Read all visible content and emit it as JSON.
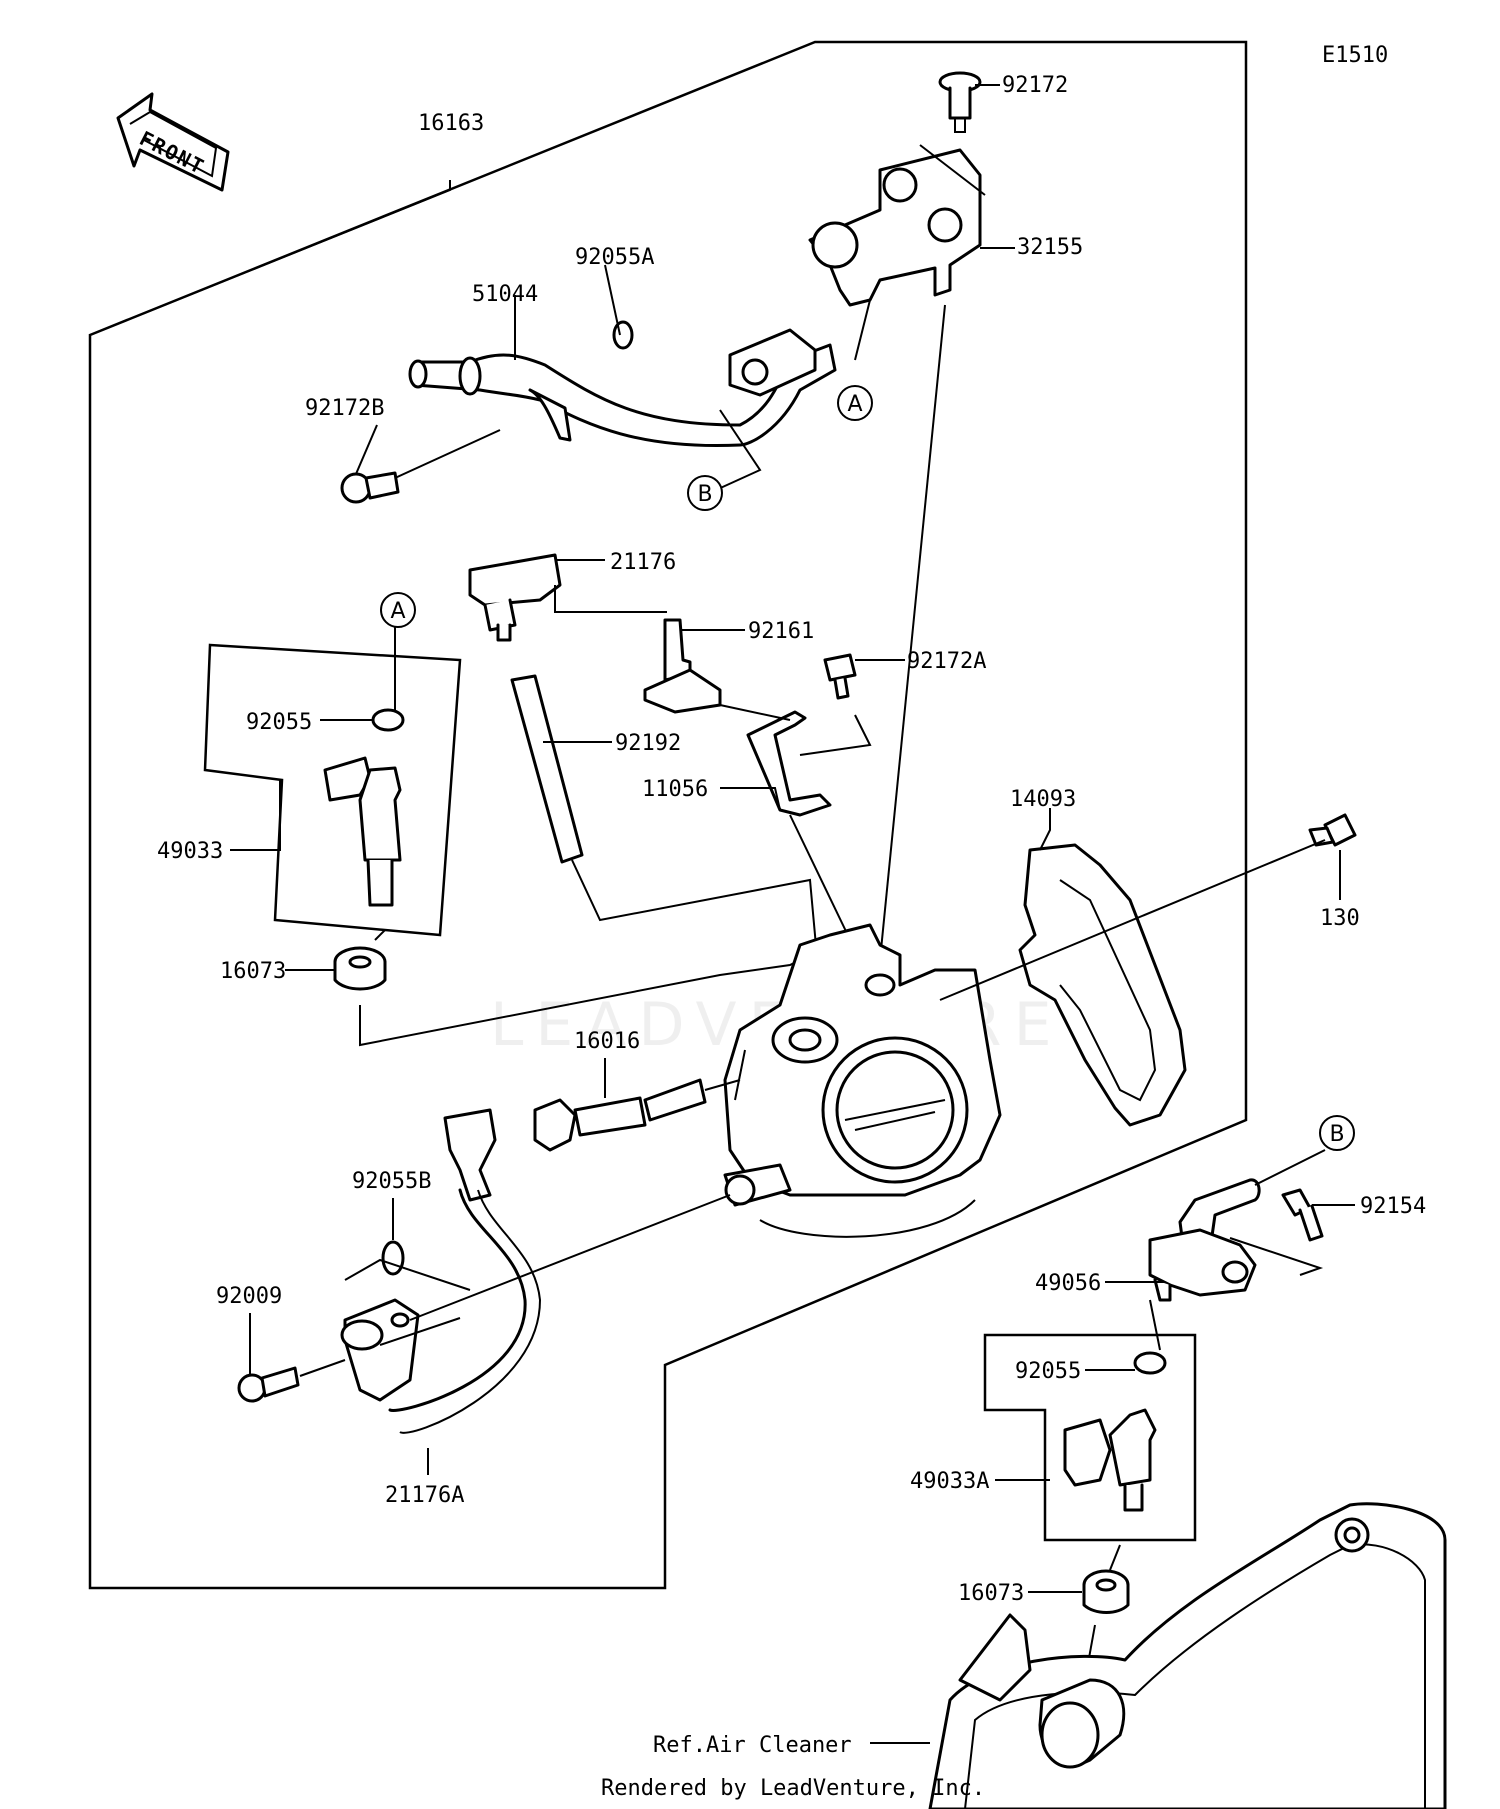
{
  "diagram_code": "E1510",
  "front_arrow": {
    "text": "FRONT",
    "icon": "front-direction-arrow-icon"
  },
  "watermark": "LEADVENTURE",
  "callouts": {
    "a_top": "A",
    "b_top": "B",
    "a_left": "A",
    "b_right": "B"
  },
  "parts": {
    "p16163": "16163",
    "p92172": "92172",
    "p32155": "32155",
    "p92055A": "92055A",
    "p51044": "51044",
    "p92172B": "92172B",
    "p21176": "21176",
    "p92161": "92161",
    "p92172A": "92172A",
    "p92055_left": "92055",
    "p92192": "92192",
    "p11056": "11056",
    "p49033": "49033",
    "p14093": "14093",
    "p130": "130",
    "p16073_left": "16073",
    "p16016": "16016",
    "p92055B": "92055B",
    "p92009": "92009",
    "p21176A": "21176A",
    "p92154": "92154",
    "p49056": "49056",
    "p92055_right": "92055",
    "p49033A": "49033A",
    "p16073_right": "16073"
  },
  "reference": "Ref.Air Cleaner",
  "footer": "Rendered by LeadVenture, Inc."
}
